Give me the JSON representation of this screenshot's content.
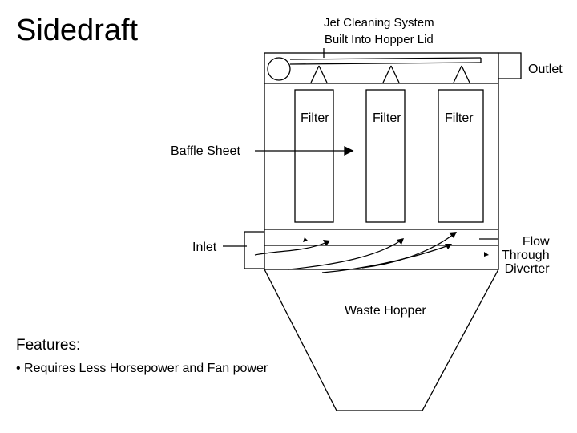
{
  "title": "Sidedraft",
  "labels": {
    "jet_line1": "Jet Cleaning System",
    "jet_line2": "Built Into Hopper Lid",
    "outlet": "Outlet",
    "filter1": "Filter",
    "filter2": "Filter",
    "filter3": "Filter",
    "baffle": "Baffle Sheet",
    "inlet": "Inlet",
    "flow_line1": "Flow",
    "flow_line2": "Through",
    "flow_line3": "Diverter",
    "hopper": "Waste Hopper"
  },
  "features": {
    "heading": "Features:",
    "items": [
      "• Requires Less Horsepower and Fan power"
    ]
  }
}
